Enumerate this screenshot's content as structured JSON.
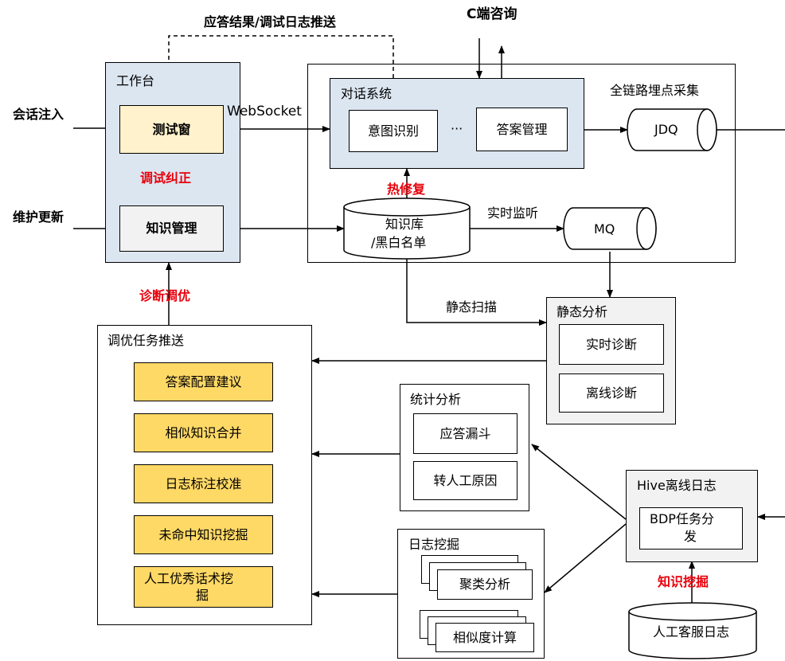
{
  "left_inputs": {
    "session_inject": "会话注入",
    "maintain_update": "维护更新"
  },
  "workbench": {
    "title": "工作台",
    "test_window": "测试窗",
    "debug_correct": "调试纠正",
    "knowledge_mgmt": "知识管理"
  },
  "top": {
    "response_log_push": "应答结果/调试日志推送",
    "c_consult": "C端咨询",
    "websocket": "WebSocket"
  },
  "dialog_system": {
    "title": "对话系统",
    "intent": "意图识别",
    "ellipsis": "···",
    "answer_mgmt": "答案管理"
  },
  "tracking": {
    "label": "全链路埋点采集",
    "jdq": "JDQ"
  },
  "hot_fix": "热修复",
  "knowledge_base": {
    "line1": "知识库",
    "line2": "/黑白名单"
  },
  "realtime_monitor": "实时监听",
  "mq": "MQ",
  "diagnose_tune": "诊断调优",
  "static_scan": "静态扫描",
  "static_analysis": {
    "title": "静态分析",
    "realtime_diag": "实时诊断",
    "offline_diag": "离线诊断"
  },
  "tuning_push": {
    "title": "调优任务推送",
    "items": [
      "答案配置建议",
      "相似知识合并",
      "日志标注校准",
      "未命中知识挖掘",
      "人工优秀话术挖",
      "掘"
    ]
  },
  "stat_analysis": {
    "title": "统计分析",
    "funnel": "应答漏斗",
    "transfer_reason": "转人工原因"
  },
  "log_mining": {
    "title": "日志挖掘",
    "cluster": "聚类分析",
    "similarity": "相似度计算"
  },
  "hive": {
    "title": "Hive离线日志",
    "bdp_line1": "BDP任务分",
    "bdp_line2": "发"
  },
  "knowledge_mining": "知识挖掘",
  "cs_log": "人工客服日志"
}
